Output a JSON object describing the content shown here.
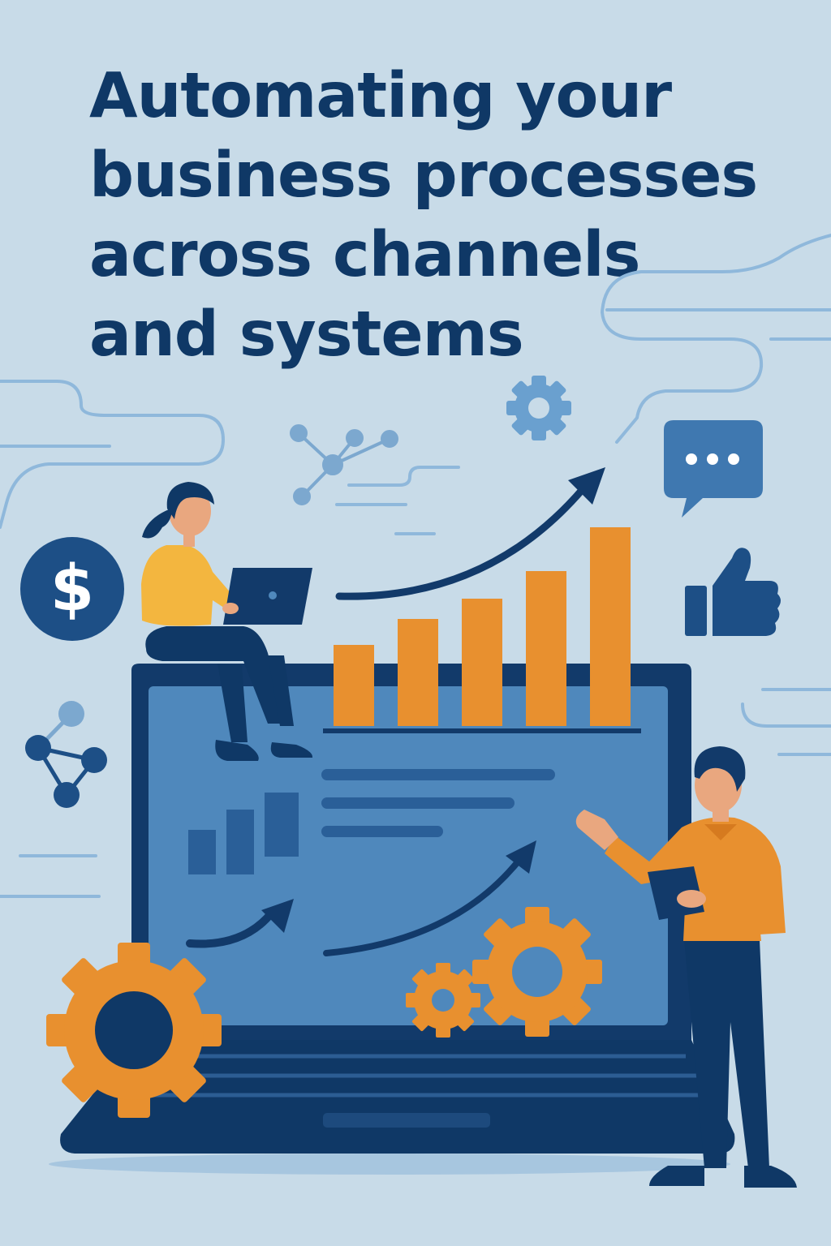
{
  "headline": {
    "lines": [
      "Automating your",
      "business processes",
      "across channels",
      "and systems"
    ]
  },
  "icons": [
    "dollar-icon",
    "chat-bubble-icon",
    "thumbs-up-icon",
    "gear-icon",
    "network-nodes-icon",
    "trend-arrow-icon"
  ],
  "illustration": {
    "subjects": [
      "woman-with-laptop",
      "man-with-tablet",
      "large-laptop-screen",
      "bar-chart",
      "gears"
    ],
    "bar_chart_levels": [
      0.41,
      0.54,
      0.64,
      0.78,
      1.0
    ]
  },
  "colors": {
    "background": "#c8dbe8",
    "navy": "#0f3866",
    "screen_blue": "#4f88bc",
    "orange": "#e8902f",
    "light_line": "#8fb8db",
    "skin": "#e9a77f"
  }
}
